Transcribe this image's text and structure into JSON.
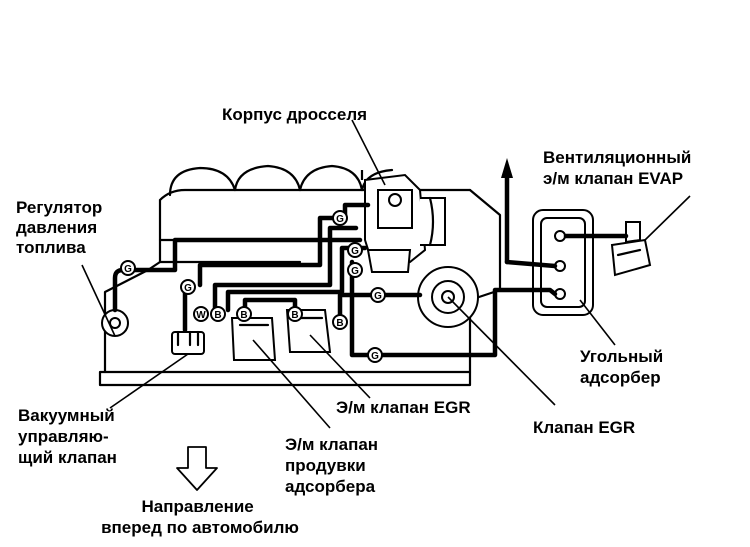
{
  "labels": {
    "throttle_body": "Корпус дросселя",
    "fuel_pressure_regulator": [
      "Регулятор",
      "давления",
      "топлива"
    ],
    "evap_vent_valve": [
      "Вентиляционный",
      "э/м клапан EVAP"
    ],
    "charcoal_canister": [
      "Угольный",
      "адсорбер"
    ],
    "egr_solenoid": "Э/м клапан EGR",
    "egr_valve": "Клапан EGR",
    "vacuum_control_valve": [
      "Вакуумный",
      "управляю-",
      "щий клапан"
    ],
    "purge_solenoid": [
      "Э/м клапан",
      "продувки",
      "адсорбера"
    ],
    "forward_direction": [
      "Направление",
      "вперед по автомобилю"
    ]
  },
  "hose_markers": [
    "G",
    "G",
    "G",
    "G",
    "G",
    "G",
    "B",
    "B",
    "W",
    "B",
    "B",
    "G"
  ]
}
